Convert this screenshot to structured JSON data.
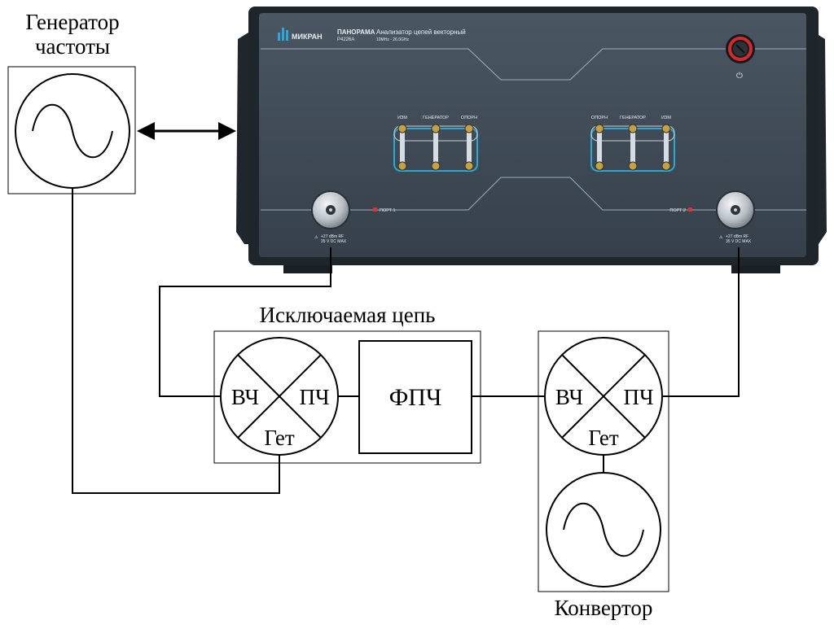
{
  "labels": {
    "generator": [
      "Генератор",
      "частоты"
    ],
    "excluded_circuit": "Исключаемая цепь",
    "converter": "Конвертор",
    "filter": "ФПЧ",
    "mixer_rf": "ВЧ",
    "mixer_if": "ПЧ",
    "mixer_lo": "Гет"
  },
  "analyzer": {
    "brand": "МИКРАН",
    "series": "ПАНОРАМА",
    "model": "P4226A",
    "product": "Анализатор цепей векторный",
    "range": "10MHz - 26.5GHz",
    "loop_labels_left": [
      "ИЗМ",
      "ГЕНЕРАТОР",
      "ОПОРН"
    ],
    "loop_labels_right": [
      "ОПОРН",
      "ГЕНЕРАТОР",
      "ИЗМ"
    ],
    "port1": "ПОРТ 1",
    "port2": "ПОРТ 2",
    "port_rating": [
      "+27 dBm RF",
      "35 V DC MAX"
    ]
  },
  "colors": {
    "panel": "#3c4852",
    "frame": "#1e252b",
    "accent": "#2aa8d8",
    "port_led": "#e03030",
    "power_ring": "#d42a2a",
    "connector": "#c8a040"
  }
}
